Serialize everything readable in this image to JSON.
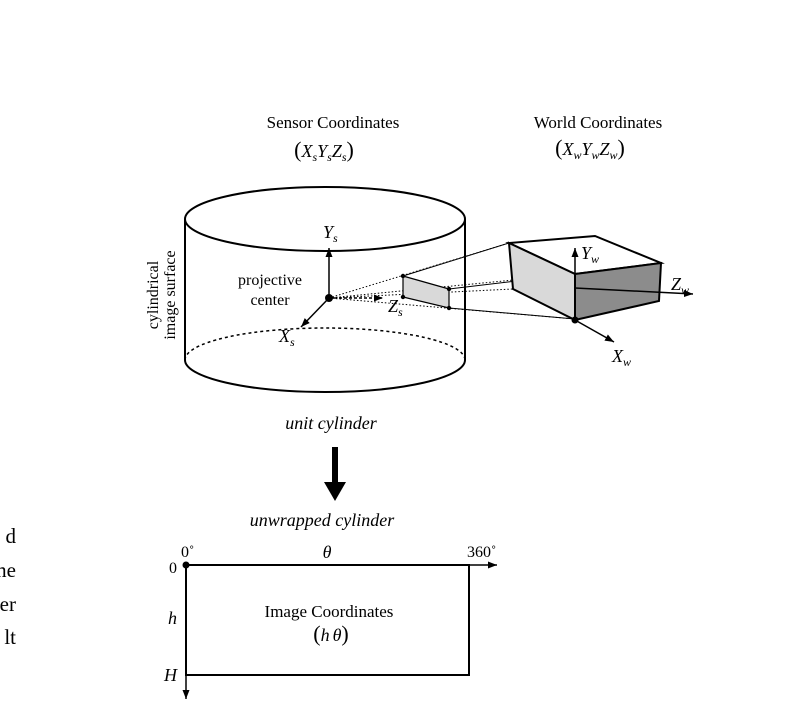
{
  "sensor": {
    "title": "Sensor Coordinates",
    "axis_x": "X",
    "axis_x_sub": "s",
    "axis_y": "Y",
    "axis_y_sub": "s",
    "axis_z": "Z",
    "axis_z_sub": "s",
    "vector": {
      "open": "(",
      "x": "X",
      "y": "Y",
      "z": "Z",
      "sub": "s",
      "close": ")"
    }
  },
  "world": {
    "title": "World Coordinates",
    "axis_x": "X",
    "axis_x_sub": "w",
    "axis_y": "Y",
    "axis_y_sub": "w",
    "axis_z": "Z",
    "axis_z_sub": "w",
    "vector": {
      "open": "(",
      "x": "X",
      "y": "Y",
      "z": "Z",
      "sub": "w",
      "close": ")"
    }
  },
  "cylinder": {
    "side_label_1": "cylindrical",
    "side_label_2": "image surface",
    "center_label_1": "projective",
    "center_label_2": "center",
    "caption": "unit cylinder"
  },
  "unwrapped": {
    "caption": "unwrapped cylinder",
    "deg_start": "0˚",
    "theta": "θ",
    "deg_end": "360˚",
    "zero": "0",
    "h": "h",
    "H": "H",
    "title": "Image Coordinates",
    "vector": {
      "open": "(",
      "h": "h",
      "theta": "θ",
      "close": ")"
    }
  },
  "clipped_text": [
    "d",
    "ne",
    "er",
    "lt"
  ]
}
